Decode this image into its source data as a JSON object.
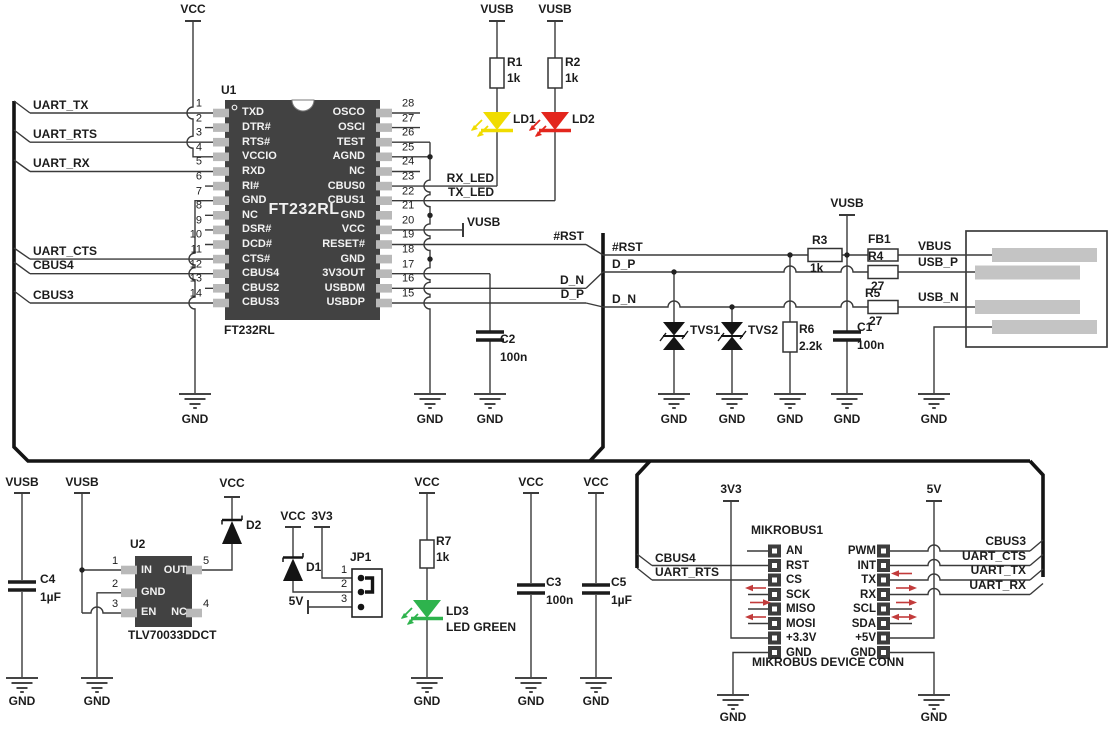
{
  "u1": {
    "ref": "U1",
    "part": "FT232RL",
    "left_pins": [
      {
        "n": "1",
        "l": "TXD"
      },
      {
        "n": "2",
        "l": "DTR#"
      },
      {
        "n": "3",
        "l": "RTS#"
      },
      {
        "n": "4",
        "l": "VCCIO"
      },
      {
        "n": "5",
        "l": "RXD"
      },
      {
        "n": "6",
        "l": "RI#"
      },
      {
        "n": "7",
        "l": "GND"
      },
      {
        "n": "8",
        "l": "NC"
      },
      {
        "n": "9",
        "l": "DSR#"
      },
      {
        "n": "10",
        "l": "DCD#"
      },
      {
        "n": "11",
        "l": "CTS#"
      },
      {
        "n": "12",
        "l": "CBUS4"
      },
      {
        "n": "13",
        "l": "CBUS2"
      },
      {
        "n": "14",
        "l": "CBUS3"
      }
    ],
    "right_pins": [
      {
        "n": "28",
        "l": "OSCO"
      },
      {
        "n": "27",
        "l": "OSCI"
      },
      {
        "n": "26",
        "l": "TEST"
      },
      {
        "n": "25",
        "l": "AGND"
      },
      {
        "n": "24",
        "l": "NC"
      },
      {
        "n": "23",
        "l": "CBUS0"
      },
      {
        "n": "22",
        "l": "CBUS1"
      },
      {
        "n": "21",
        "l": "GND"
      },
      {
        "n": "20",
        "l": "VCC"
      },
      {
        "n": "19",
        "l": "RESET#"
      },
      {
        "n": "18",
        "l": "GND"
      },
      {
        "n": "17",
        "l": "3V3OUT"
      },
      {
        "n": "16",
        "l": "USBDM"
      },
      {
        "n": "15",
        "l": "USBDP"
      }
    ]
  },
  "u2": {
    "ref": "U2",
    "part": "TLV70033DDCT",
    "p1": "1",
    "p2": "2",
    "p3": "3",
    "p4": "4",
    "p5": "5",
    "in": "IN",
    "gnd": "GND",
    "en": "EN",
    "out": "OUT",
    "nc": "NC"
  },
  "nets": {
    "uart_tx": "UART_TX",
    "uart_rts": "UART_RTS",
    "uart_rx": "UART_RX",
    "uart_cts": "UART_CTS",
    "cbus4": "CBUS4",
    "cbus3": "CBUS3",
    "rx_led": "RX_LED",
    "tx_led": "TX_LED",
    "rst": "#RST",
    "d_p": "D_P",
    "d_n": "D_N",
    "vbus": "VBUS",
    "usb_p": "USB_P",
    "usb_n": "USB_N"
  },
  "power": {
    "vcc": "VCC",
    "vusb": "VUSB",
    "v3": "3V3",
    "v5": "5V",
    "gnd": "GND"
  },
  "c": {
    "r1": {
      "ref": "R1",
      "val": "1k"
    },
    "r2": {
      "ref": "R2",
      "val": "1k"
    },
    "r3": {
      "ref": "R3",
      "val": "1k"
    },
    "r4": {
      "ref": "R4",
      "val": "27"
    },
    "r5": {
      "ref": "R5",
      "val": "27"
    },
    "r6": {
      "ref": "R6",
      "val": "2.2k"
    },
    "r7": {
      "ref": "R7",
      "val": "1k"
    },
    "fb1": {
      "ref": "FB1"
    },
    "c1": {
      "ref": "C1",
      "val": "100n"
    },
    "c2": {
      "ref": "C2",
      "val": "100n"
    },
    "c3": {
      "ref": "C3",
      "val": "100n"
    },
    "c4": {
      "ref": "C4",
      "val": "1µF"
    },
    "c5": {
      "ref": "C5",
      "val": "1µF"
    },
    "ld1": {
      "ref": "LD1"
    },
    "ld2": {
      "ref": "LD2"
    },
    "ld3": {
      "ref": "LD3",
      "val": "LED GREEN"
    },
    "d1": {
      "ref": "D1"
    },
    "d2": {
      "ref": "D2"
    },
    "tvs1": {
      "ref": "TVS1"
    },
    "tvs2": {
      "ref": "TVS2"
    },
    "jp1": {
      "ref": "JP1",
      "p1": "1",
      "p2": "2",
      "p3": "3"
    }
  },
  "mikrobus": {
    "title": "MIKROBUS1",
    "caption": "MIKROBUS DEVICE CONN",
    "left": [
      {
        "l": "AN"
      },
      {
        "l": "RST"
      },
      {
        "l": "CS"
      },
      {
        "l": "SCK"
      },
      {
        "l": "MISO"
      },
      {
        "l": "MOSI"
      },
      {
        "l": "+3.3V"
      },
      {
        "l": "GND"
      }
    ],
    "right": [
      {
        "l": "PWM"
      },
      {
        "l": "INT"
      },
      {
        "l": "TX"
      },
      {
        "l": "RX"
      },
      {
        "l": "SCL"
      },
      {
        "l": "SDA"
      },
      {
        "l": "+5V"
      },
      {
        "l": "GND"
      }
    ],
    "right_nets": [
      {
        "l": "CBUS3"
      },
      {
        "l": "UART_CTS"
      },
      {
        "l": "UART_TX"
      },
      {
        "l": "UART_RX"
      }
    ]
  },
  "colors": {
    "led_yellow": "#f0dc00",
    "led_red": "#e3261d",
    "led_green": "#2eb34d",
    "arrow_red": "#c23b3b",
    "chip_body": "#424242",
    "pin_pad": "#b9b9b9"
  }
}
